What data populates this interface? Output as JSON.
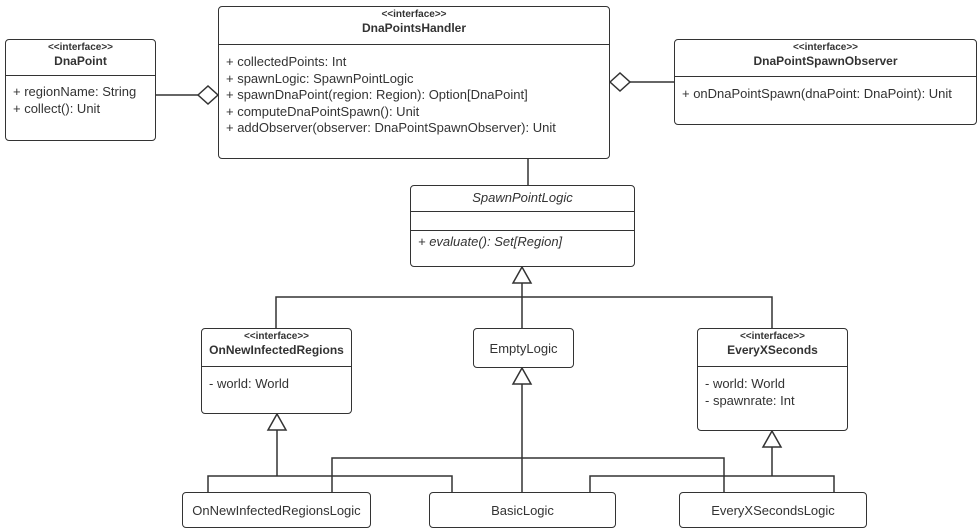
{
  "diagram": {
    "dna_point": {
      "stereotype": "<<interface>>",
      "name": "DnaPoint",
      "members": [
        "+ regionName: String",
        "+ collect(): Unit"
      ]
    },
    "handler": {
      "stereotype": "<<interface>>",
      "name": "DnaPointsHandler",
      "members": [
        "+ collectedPoints: Int",
        "+ spawnLogic: SpawnPointLogic",
        "+ spawnDnaPoint(region: Region): Option[DnaPoint]",
        "+ computeDnaPointSpawn(): Unit",
        "+ addObserver(observer: DnaPointSpawnObserver): Unit"
      ]
    },
    "observer": {
      "stereotype": "<<interface>>",
      "name": "DnaPointSpawnObserver",
      "members": [
        "+ onDnaPointSpawn(dnaPoint: DnaPoint): Unit"
      ]
    },
    "spawn_logic": {
      "name": "SpawnPointLogic",
      "methods": [
        "+ evaluate(): Set[Region]"
      ]
    },
    "on_new_infected": {
      "stereotype": "<<interface>>",
      "name": "OnNewInfectedRegions",
      "members": [
        "- world: World"
      ]
    },
    "empty_logic": {
      "name": "EmptyLogic"
    },
    "every_x_seconds": {
      "stereotype": "<<interface>>",
      "name": "EveryXSeconds",
      "members": [
        "- world: World",
        "- spawnrate: Int"
      ]
    },
    "on_new_infected_logic": {
      "name": "OnNewInfectedRegionsLogic"
    },
    "basic_logic": {
      "name": "BasicLogic"
    },
    "every_x_seconds_logic": {
      "name": "EveryXSecondsLogic"
    }
  }
}
